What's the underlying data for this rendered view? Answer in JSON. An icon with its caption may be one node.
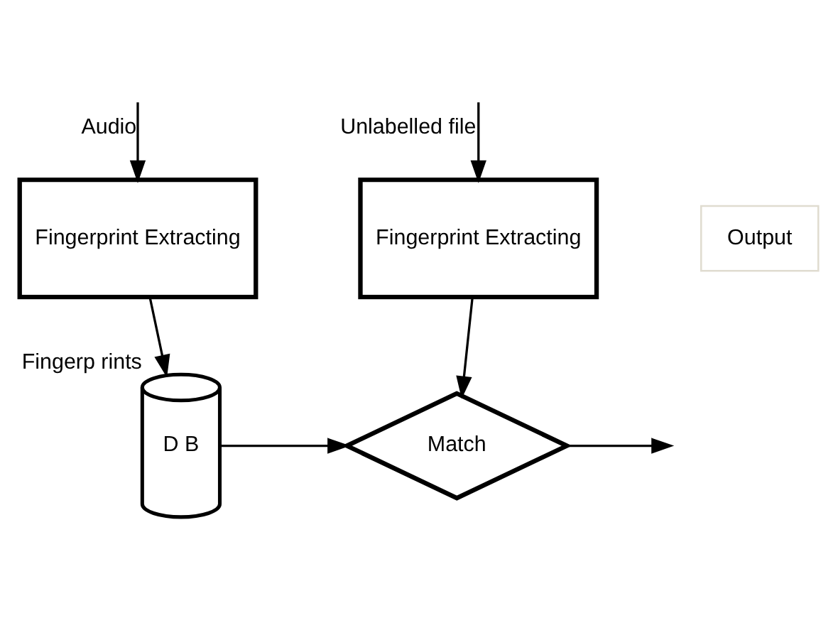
{
  "diagram": {
    "nodes": [
      {
        "text": [
          "Fingerprint Extracting"
        ]
      },
      {
        "text": [
          "Fingerprint Extracting"
        ]
      },
      {
        "text": [
          "D B"
        ],
        "beside": [
          "Fingerp rints"
        ]
      },
      {
        "text": [
          "Match"
        ]
      },
      {
        "text": [
          "Output"
        ]
      }
    ],
    "edges": [
      {
        "from": null,
        "to": 0,
        "arrow": "to",
        "label": "Audio"
      },
      {
        "from": null,
        "to": 1,
        "arrow": "to",
        "label": "Unlabelled file"
      },
      {
        "from": 0,
        "to": 2,
        "arrow": "to"
      },
      {
        "from": 1,
        "to": 3,
        "arrow": "to"
      },
      {
        "from": 2,
        "to": 3,
        "arrow": "to"
      },
      {
        "from": 3,
        "to": null,
        "arrow": "to"
      }
    ]
  }
}
